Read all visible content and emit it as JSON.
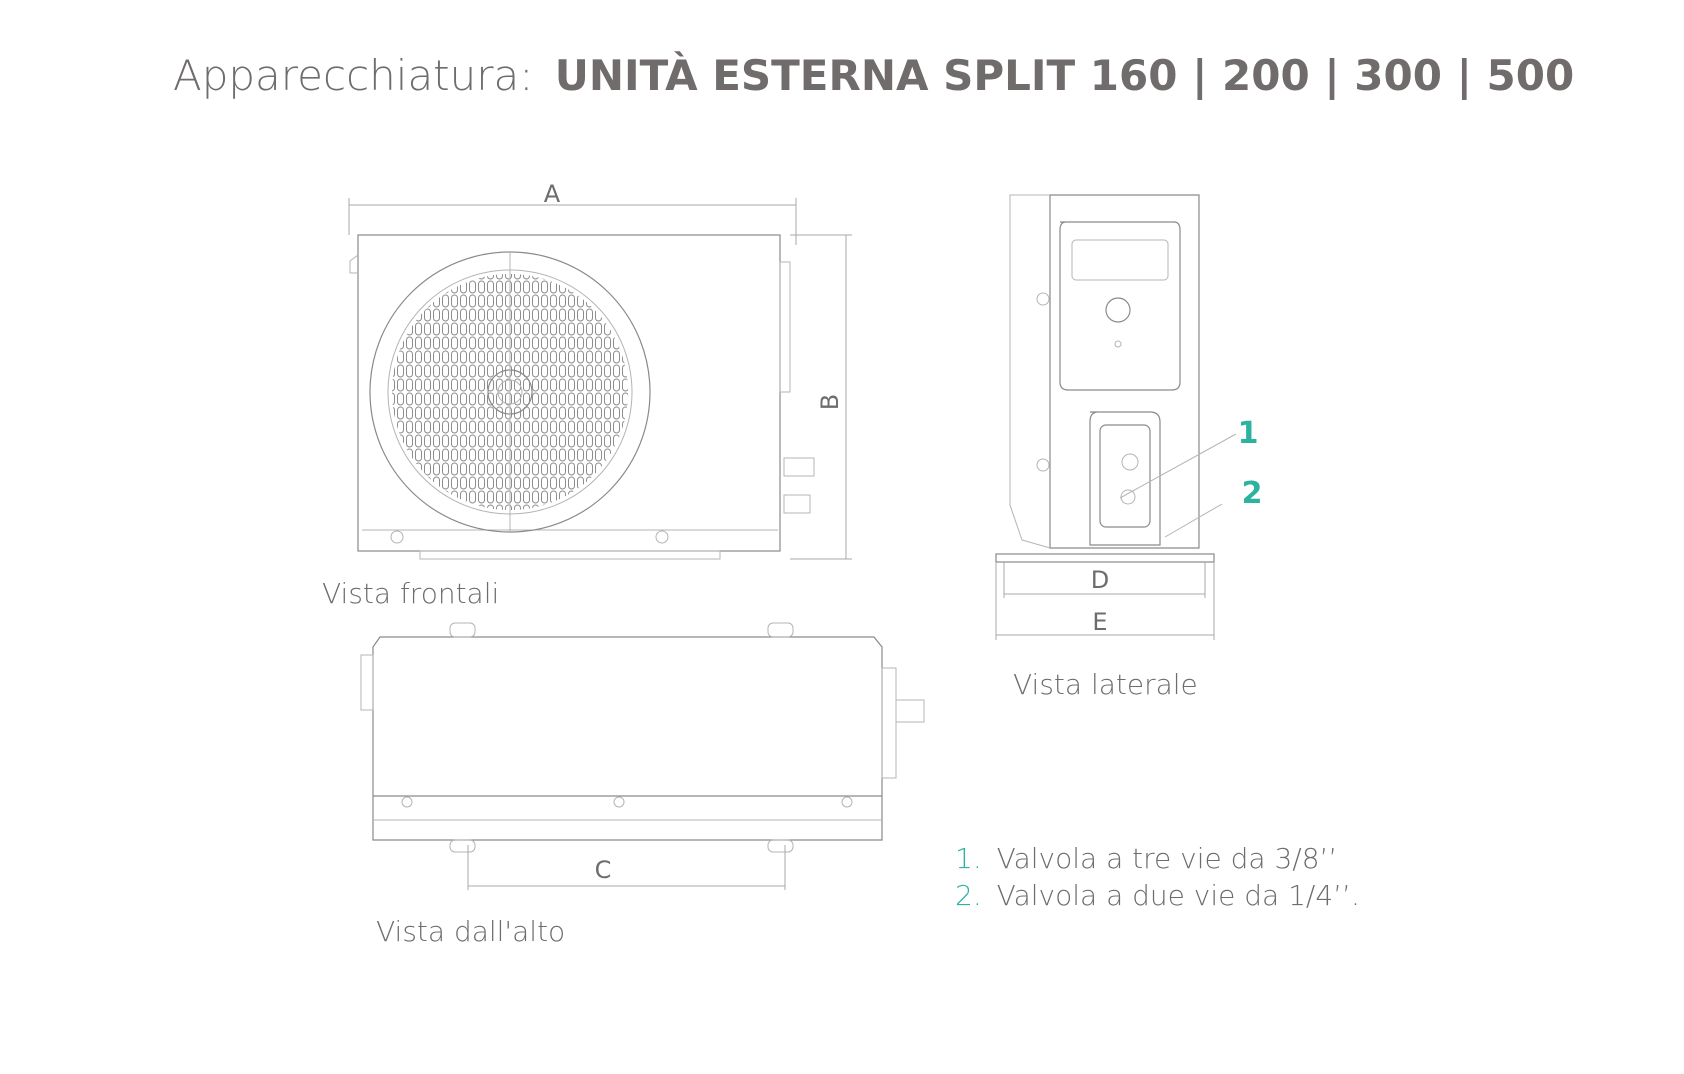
{
  "title": {
    "prefix": "Apparecchiatura:",
    "product": "UNITÀ ESTERNA SPLIT 160 | 200 | 300 | 500"
  },
  "views": {
    "front": {
      "label": "Vista frontali",
      "dim_width": "A",
      "dim_height": "B"
    },
    "side": {
      "label": "Vista laterale",
      "dim_depth": "D",
      "dim_base": "E",
      "callout_1": "1",
      "callout_2": "2"
    },
    "top": {
      "label": "Vista dall'alto",
      "dim_feet": "C"
    }
  },
  "legend": [
    {
      "num": "1.",
      "text": "Valvola a tre vie da 3/8’’"
    },
    {
      "num": "2.",
      "text": "Valvola a due vie da 1/4’’."
    }
  ],
  "colors": {
    "accent": "#2bb3a0",
    "text": "#6f6c6b"
  }
}
